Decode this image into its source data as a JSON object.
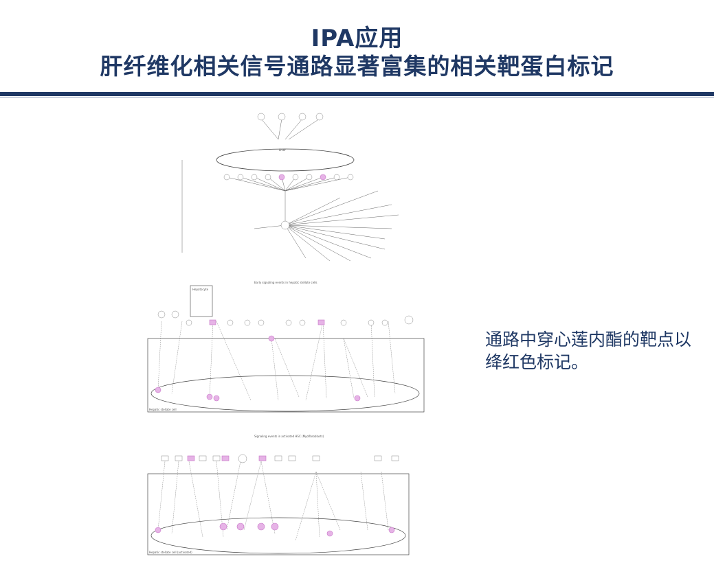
{
  "slide": {
    "title_line1": "IPA应用",
    "title_line2": "肝纤维化相关信号通路显著富集的相关靶蛋白标记",
    "note": "通路中穿心莲内酯的靶点以绛红色标记。"
  },
  "diagrams": {
    "d1": {
      "label_liver": "Liver"
    },
    "d2": {
      "title": "Early signaling events in hepatic stellate cells",
      "box_label": "Hepatocyte",
      "cell_label": "Hepatic stellate cell"
    },
    "d3": {
      "title": "Signaling events in activated HSC (Myofibroblasts)",
      "cell_label": "Hepatic stellate cell (activated)"
    }
  },
  "colors": {
    "title": "#1f3864",
    "target": "#c774c7",
    "target_fill": "#e6b3e6"
  }
}
